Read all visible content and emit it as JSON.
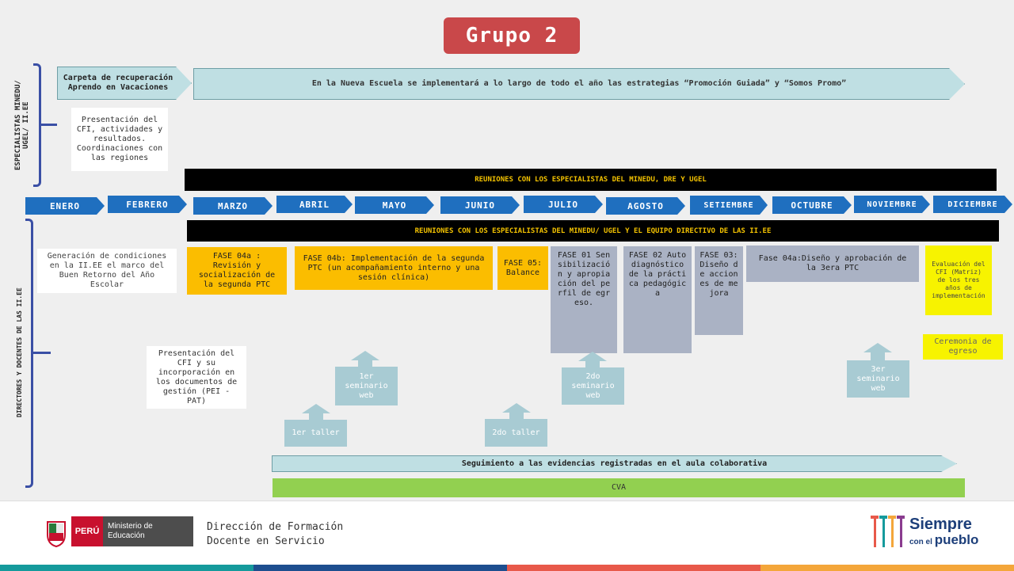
{
  "title": "Grupo 2",
  "side_labels": {
    "top": "ESPECIALISTAS MINEDU/ UGEL/ II.EE",
    "bottom": "DIRECTORES Y DOCENTES DE LAS II.EE"
  },
  "top_row": {
    "carpeta": "Carpeta de recuperación Aprendo en Vacaciones",
    "nueva_escuela": "En la Nueva Escuela se implementará a lo largo de todo el año las estrategias “Promoción Guiada” y “Somos Promo”",
    "presentacion_cfi": "Presentación del CFI, actividades y resultados. Coordinaciones con las regiones"
  },
  "bars": {
    "reuniones_minedu": "REUNIONES CON LOS ESPECIALISTAS DEL MINEDU, DRE Y UGEL",
    "reuniones_directivo": "REUNIONES CON LOS ESPECIALISTAS DEL MINEDU/ UGEL Y EL EQUIPO DIRECTIVO DE LAS II.EE",
    "seguimiento": "Seguimiento a las evidencias registradas en el aula colaborativa",
    "cva": "CVA"
  },
  "months": [
    "ENERO",
    "FEBRERO",
    "MARZO",
    "ABRIL",
    "MAYO",
    "JUNIO",
    "JULIO",
    "AGOSTO",
    "SETIEMBRE",
    "OCTUBRE",
    "NOVIEMBRE",
    "DICIEMBRE"
  ],
  "boxes": {
    "generacion": "Generación de condiciones en la II.EE el marco del Buen Retorno del Año Escolar",
    "fase04a_rev": "FASE 04a : Revisión y socialización de la segunda PTC",
    "fase04b": "FASE 04b: Implementación de la segunda PTC (un acompañamiento interno y una sesión clínica)",
    "fase05": "FASE 05: Balance",
    "fase01": "FASE 01 Sensibilización y apropiación del perfil de egreso.",
    "fase02": "FASE 02 Autodiagnóstico de la práctica pedagógica",
    "fase03": "FASE 03: Diseño de acciones de mejora",
    "fase04a_dis": "Fase 04a:Diseño y aprobación de la 3era PTC",
    "evaluacion": "Evaluación del CFI (Matriz) de los tres años de implementación",
    "ceremonia": "Ceremonia de egreso",
    "presentacion_pei": "Presentación del CFI y su incorporación en los documentos de gestión (PEI - PAT)"
  },
  "events": {
    "taller1": "1er taller",
    "seminario1": "1er seminario web",
    "taller2": "2do taller",
    "seminario2": "2do seminario web",
    "seminario3": "3er seminario web"
  },
  "footer": {
    "peru": "PERÚ",
    "ministerio": "Ministerio de Educación",
    "direccion_line1": "Dirección de Formación",
    "direccion_line2": "Docente en Servicio",
    "slogan_1": "Siempre",
    "slogan_2": "con el",
    "slogan_3": "pueblo",
    "stripe_colors": [
      "#159a9c",
      "#1d4e8f",
      "#e8594a",
      "#f4a63a"
    ]
  }
}
